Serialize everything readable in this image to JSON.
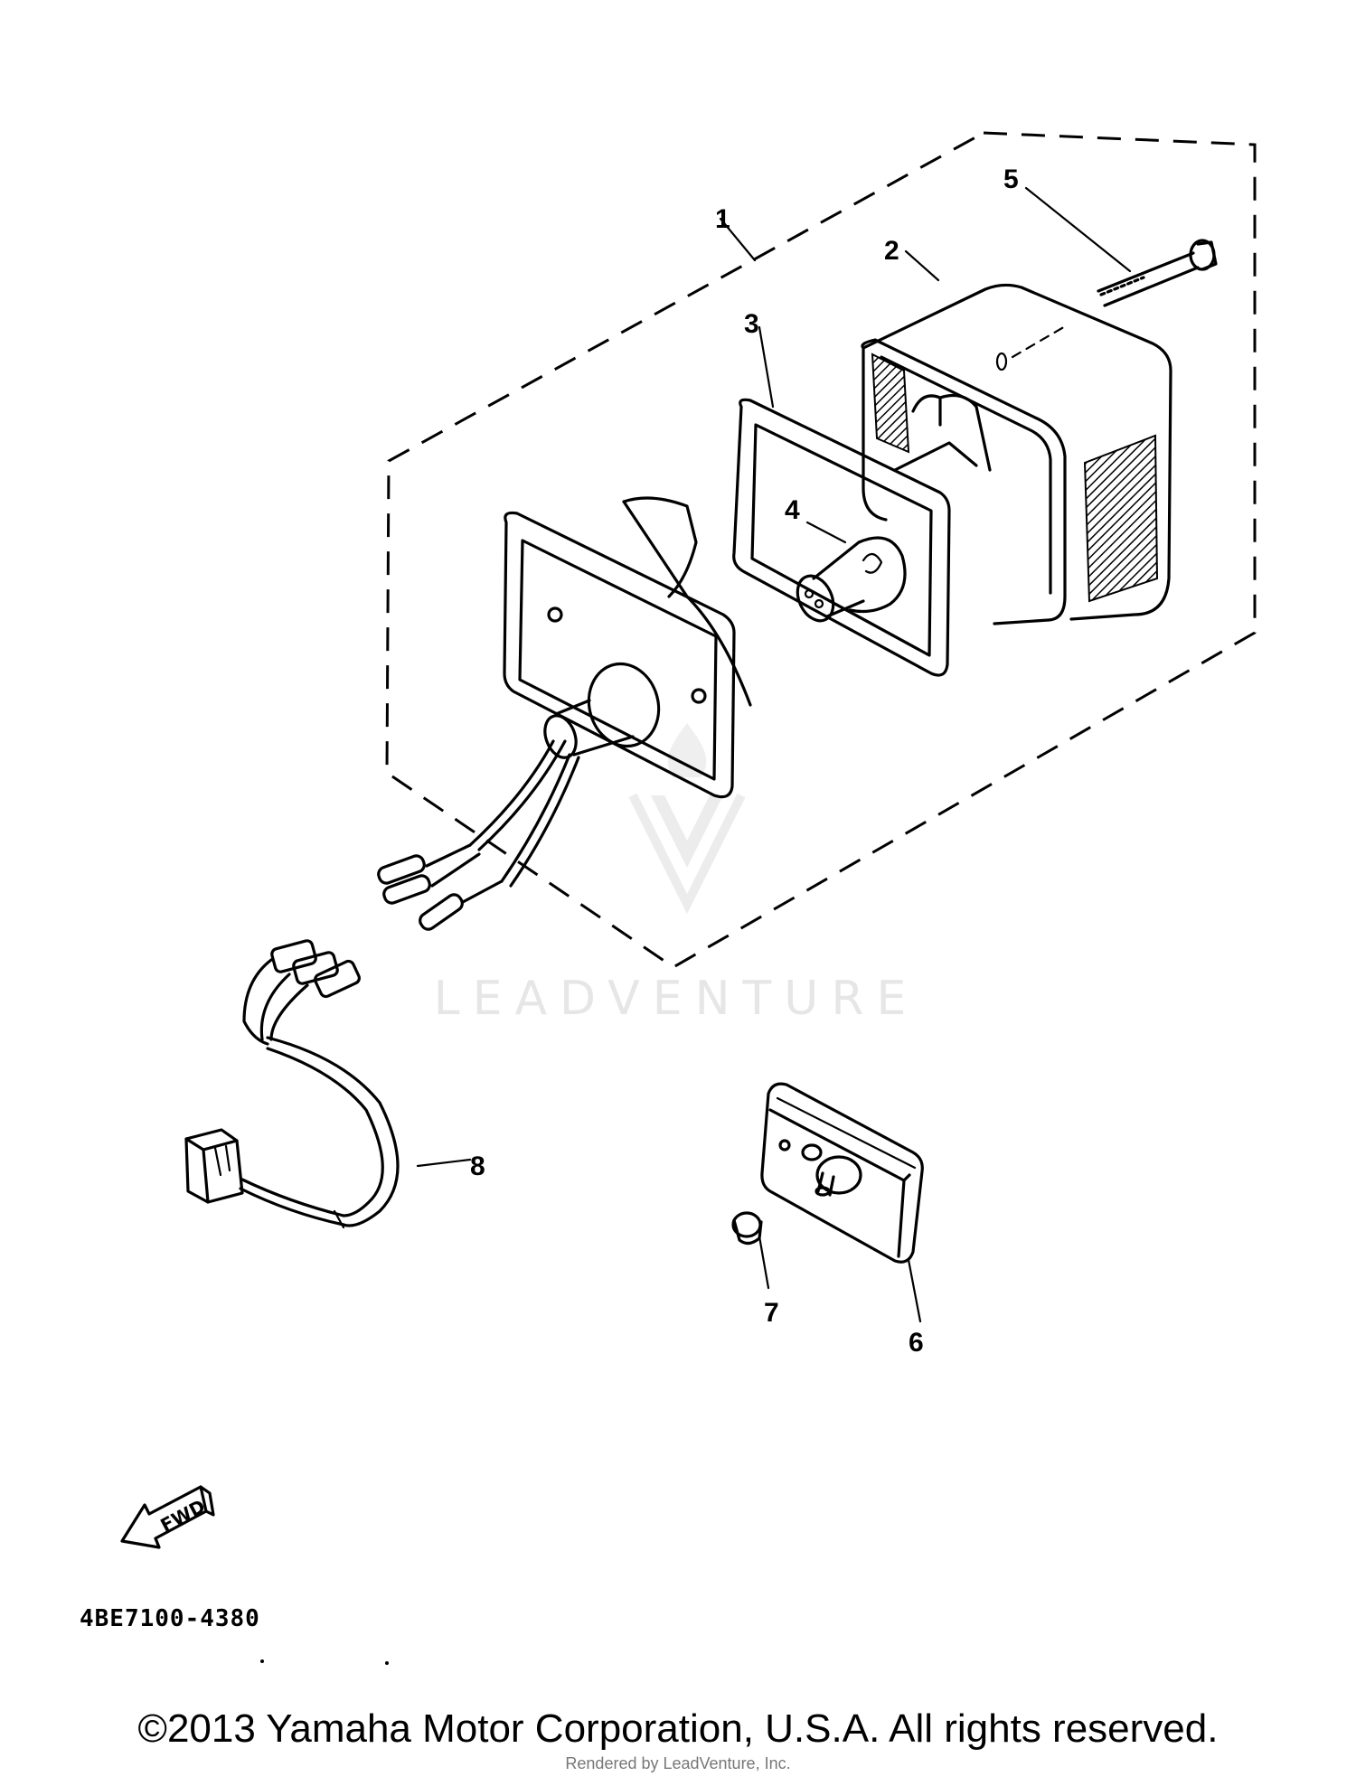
{
  "diagram": {
    "callouts": [
      {
        "id": "callout-1",
        "label": "1"
      },
      {
        "id": "callout-2",
        "label": "2"
      },
      {
        "id": "callout-3",
        "label": "3"
      },
      {
        "id": "callout-4",
        "label": "4"
      },
      {
        "id": "callout-5",
        "label": "5"
      },
      {
        "id": "callout-6",
        "label": "6"
      },
      {
        "id": "callout-7",
        "label": "7"
      },
      {
        "id": "callout-8",
        "label": "8"
      }
    ],
    "fwd_arrow_label": "FWD",
    "drawing_number": "4BE7100-4380",
    "watermark": "LEADVENTURE"
  },
  "footer": {
    "copyright": "©2013 Yamaha Motor Corporation, U.S.A. All rights reserved.",
    "rendered_by": "Rendered by LeadVenture, Inc."
  }
}
